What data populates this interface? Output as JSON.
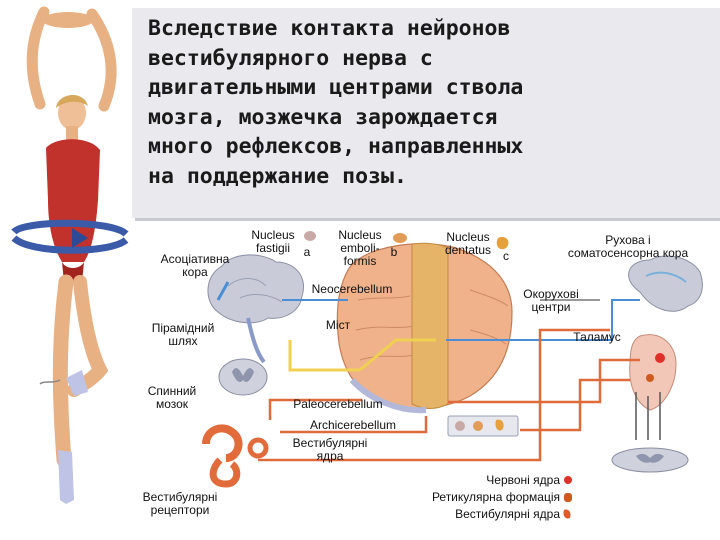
{
  "slide": {
    "title": "Вследствие контакта нейронов\nвестибулярного нерва с\nдвигательными центрами ствола\nмозга, мозжечка зарождается\nмного рефлексов, направленных\nна поддержание позы."
  },
  "diagram": {
    "labels": {
      "asoc": "Асоціативна\nкора",
      "fastigii": "Nucleus\nfastigii",
      "a": "a",
      "emboli": "Nucleus\nemboli-\nformis",
      "b": "b",
      "dentatus": "Nucleus\ndentatus",
      "c": "c",
      "motor": "Рухова і\nсоматосенсорна кора",
      "neo": "Neocerebellum",
      "oko": "Окорухові\nцентри",
      "pyr": "Пірамідний\nшлях",
      "most": "Міст",
      "thal": "Таламус",
      "spinal": "Спинний\nмозок",
      "paleo": "Paleocerebellum",
      "archi": "Archicerebellum",
      "vest_nuclei": "Вестибулярні\nядра",
      "receptors": "Вестибулярні\nрецептори"
    },
    "legend": [
      {
        "label": "Червоні ядра",
        "color": "#e0302a"
      },
      {
        "label": "Ретикулярна формація",
        "color": "#d05a1e"
      },
      {
        "label": "Вестибулярні ядра",
        "color": "#e05a28"
      }
    ]
  }
}
